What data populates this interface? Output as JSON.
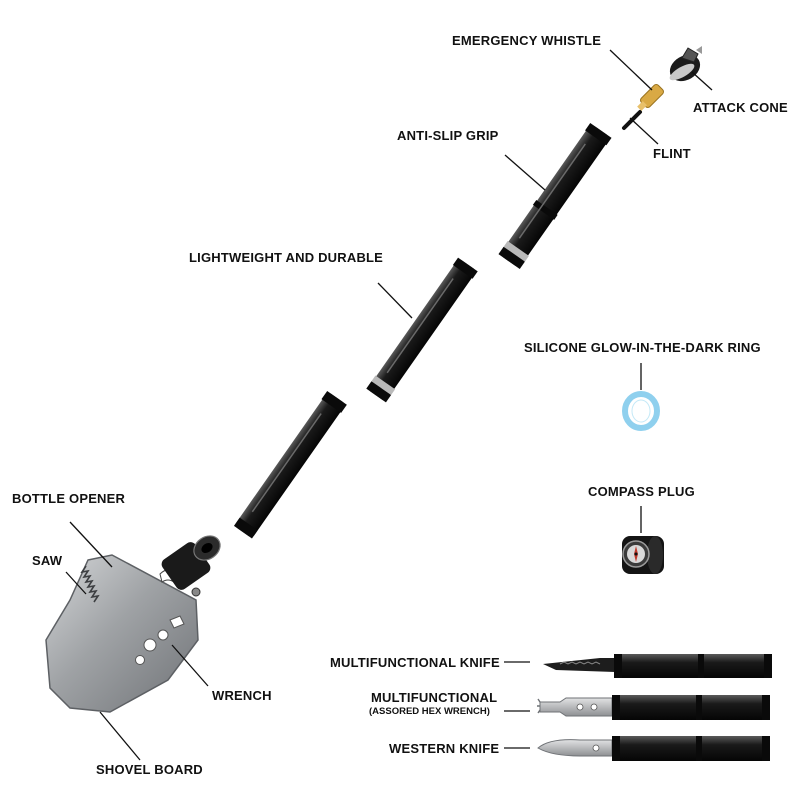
{
  "labels": {
    "emergency_whistle": "EMERGENCY WHISTLE",
    "attack_cone": "ATTACK CONE",
    "anti_slip_grip": "ANTI-SLIP GRIP",
    "flint": "FLINT",
    "lightweight_durable": "LIGHTWEIGHT AND DURABLE",
    "silicone_ring": "SILICONE GLOW-IN-THE-DARK RING",
    "compass_plug": "COMPASS PLUG",
    "bottle_opener": "BOTTLE OPENER",
    "saw": "SAW",
    "wrench": "WRENCH",
    "shovel_board": "SHOVEL BOARD",
    "multifunctional_knife": "MULTIFUNCTIONAL KNIFE",
    "multifunctional": "MULTIFUNCTIONAL",
    "multifunctional_sub": "(ASSORED HEX WRENCH)",
    "western_knife": "WESTERN KNIFE"
  },
  "colors": {
    "tube": "#141414",
    "tube_highlight": "#4a4a4a",
    "band": "#b9b9b9",
    "blade": "#a7a9ab",
    "brass": "#d9a944",
    "ring": "#8fd0ee",
    "line": "#111111"
  }
}
